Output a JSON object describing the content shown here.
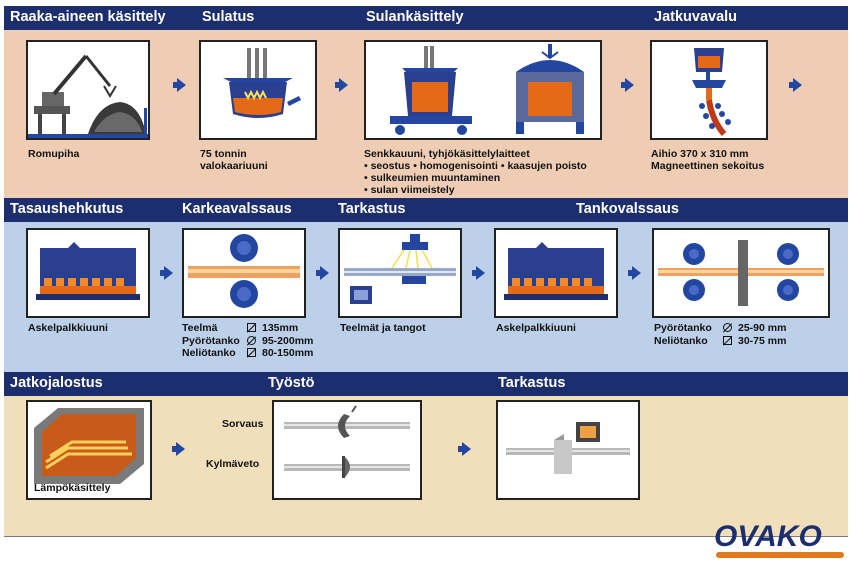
{
  "row1": {
    "headers": [
      "Raaka-aineen käsittely",
      "Sulatus",
      "Sulankäsittely",
      "Jatkuvavalu"
    ],
    "captions": {
      "romupiha": "Romupiha",
      "sulatus_1": "75 tonnin",
      "sulatus_2": "valokaariuuni",
      "sulank_1": "Senkkauuni, tyhjökäsittelylaitteet",
      "sulank_2": "• seostus • homogenisointi • kaasujen poisto",
      "sulank_3": "• sulkeumien muuntaminen",
      "sulank_4": "• sulan viimeistely",
      "jatkuva_1": "Aihio 370 x 310 mm",
      "jatkuva_2": "Magneettinen sekoitus"
    }
  },
  "row2": {
    "headers": [
      "Tasaushehkutus",
      "Karkeavalssaus",
      "Tarkastus",
      "Tankovalssaus"
    ],
    "captions": {
      "askel_1": "Askelpalkkiuuni",
      "tarkastus": "Teelmät ja tangot",
      "askel_2": "Askelpalkkiuuni"
    },
    "karkea_specs": [
      {
        "label": "Teelmä",
        "symbol": "square",
        "value": "135mm"
      },
      {
        "label": "Pyörötanko",
        "symbol": "diameter",
        "value": "95-200mm"
      },
      {
        "label": "Neliötanko",
        "symbol": "square",
        "value": "80-150mm"
      }
    ],
    "tanko_specs": [
      {
        "label": "Pyörötanko",
        "symbol": "diameter",
        "value": "25-90 mm"
      },
      {
        "label": "Neliötanko",
        "symbol": "square",
        "value": "30-75 mm"
      }
    ]
  },
  "row3": {
    "headers": [
      "Jatkojalostus",
      "Työstö",
      "Tarkastus"
    ],
    "captions": {
      "lampo": "Lämpökäsittely",
      "sorvaus": "Sorvaus",
      "kylmaveto": "Kylmäveto"
    }
  },
  "logo": {
    "text": "OVAKO"
  },
  "colors": {
    "header": "#1c2e6e",
    "arrow": "#2346a0",
    "row1_bg": "#eecdb4",
    "row2_bg": "#bcd0ea",
    "row3_bg": "#f1dfbc",
    "accent_orange": "#e07a1e"
  },
  "icons": [
    "arrow-right-icon",
    "crane-icon",
    "arc-furnace-icon",
    "ladle-furnace-icon",
    "vacuum-vessel-icon",
    "continuous-caster-icon",
    "walking-beam-furnace-icon",
    "rolling-mill-icon",
    "inspection-icon",
    "monitor-icon",
    "heat-treatment-icon",
    "turning-icon",
    "cold-drawing-icon"
  ]
}
